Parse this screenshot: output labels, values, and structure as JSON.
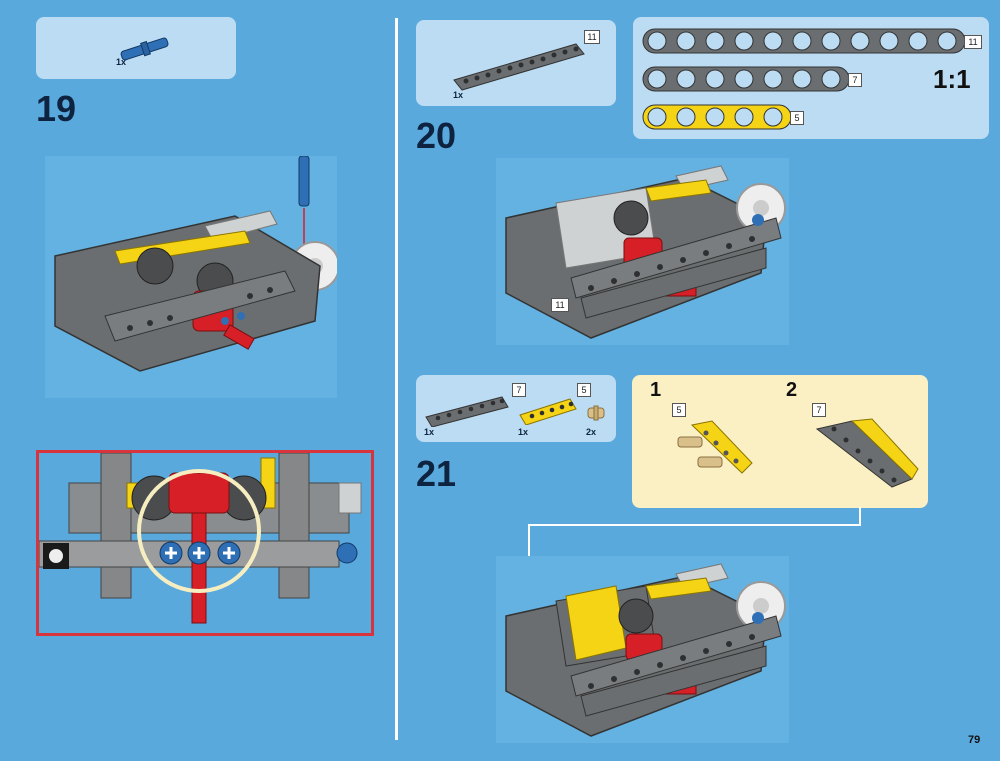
{
  "page_number": "79",
  "ruler_ratio": "1:1",
  "steps": [
    {
      "number": "19",
      "parts": [
        {
          "qty": "1x"
        }
      ]
    },
    {
      "number": "20",
      "parts": [
        {
          "qty": "1x",
          "length": "11"
        }
      ]
    },
    {
      "number": "21",
      "parts": [
        {
          "qty": "1x",
          "length": "7"
        },
        {
          "qty": "1x",
          "length": "5"
        },
        {
          "qty": "2x"
        }
      ],
      "substeps": [
        {
          "number": "1",
          "length": "5"
        },
        {
          "number": "2",
          "length": "7"
        }
      ]
    }
  ],
  "ruler": {
    "lengths": [
      "11",
      "7",
      "5"
    ]
  },
  "callouts": {
    "beam_length": "11"
  },
  "colors": {
    "background": "#5aa9dd",
    "parts_box": "#bcdcf3",
    "highlight_frame": "#d8343e",
    "substep_panel": "#fbefc4",
    "beam_gray": "#6b6e70",
    "beam_yellow": "#f5d315",
    "part_red": "#d61f26",
    "pin_blue": "#2f6fb5"
  }
}
